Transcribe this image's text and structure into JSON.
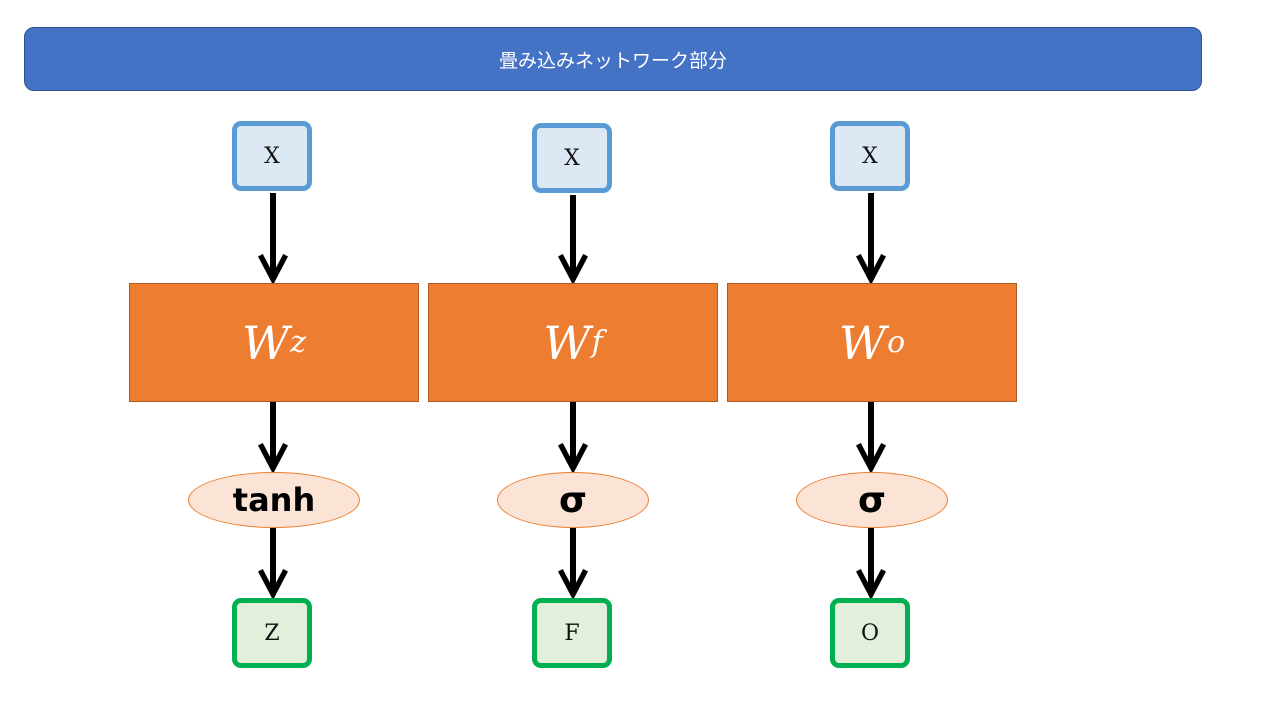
{
  "title": "畳み込みネットワーク部分",
  "columns": [
    {
      "input": "X",
      "weight": {
        "symbol": "W",
        "subscript": "z"
      },
      "activation": "tanh",
      "output": "Z"
    },
    {
      "input": "X",
      "weight": {
        "symbol": "W",
        "subscript": "f"
      },
      "activation": "σ",
      "output": "F"
    },
    {
      "input": "X",
      "weight": {
        "symbol": "W",
        "subscript": "o"
      },
      "activation": "σ",
      "output": "O"
    }
  ],
  "colors": {
    "banner": "#4472c4",
    "input_box_border": "#5b9bd5",
    "output_box_border": "#00b050",
    "weight_block": "#ed7d31",
    "activation_fill": "#fbe4d5"
  }
}
